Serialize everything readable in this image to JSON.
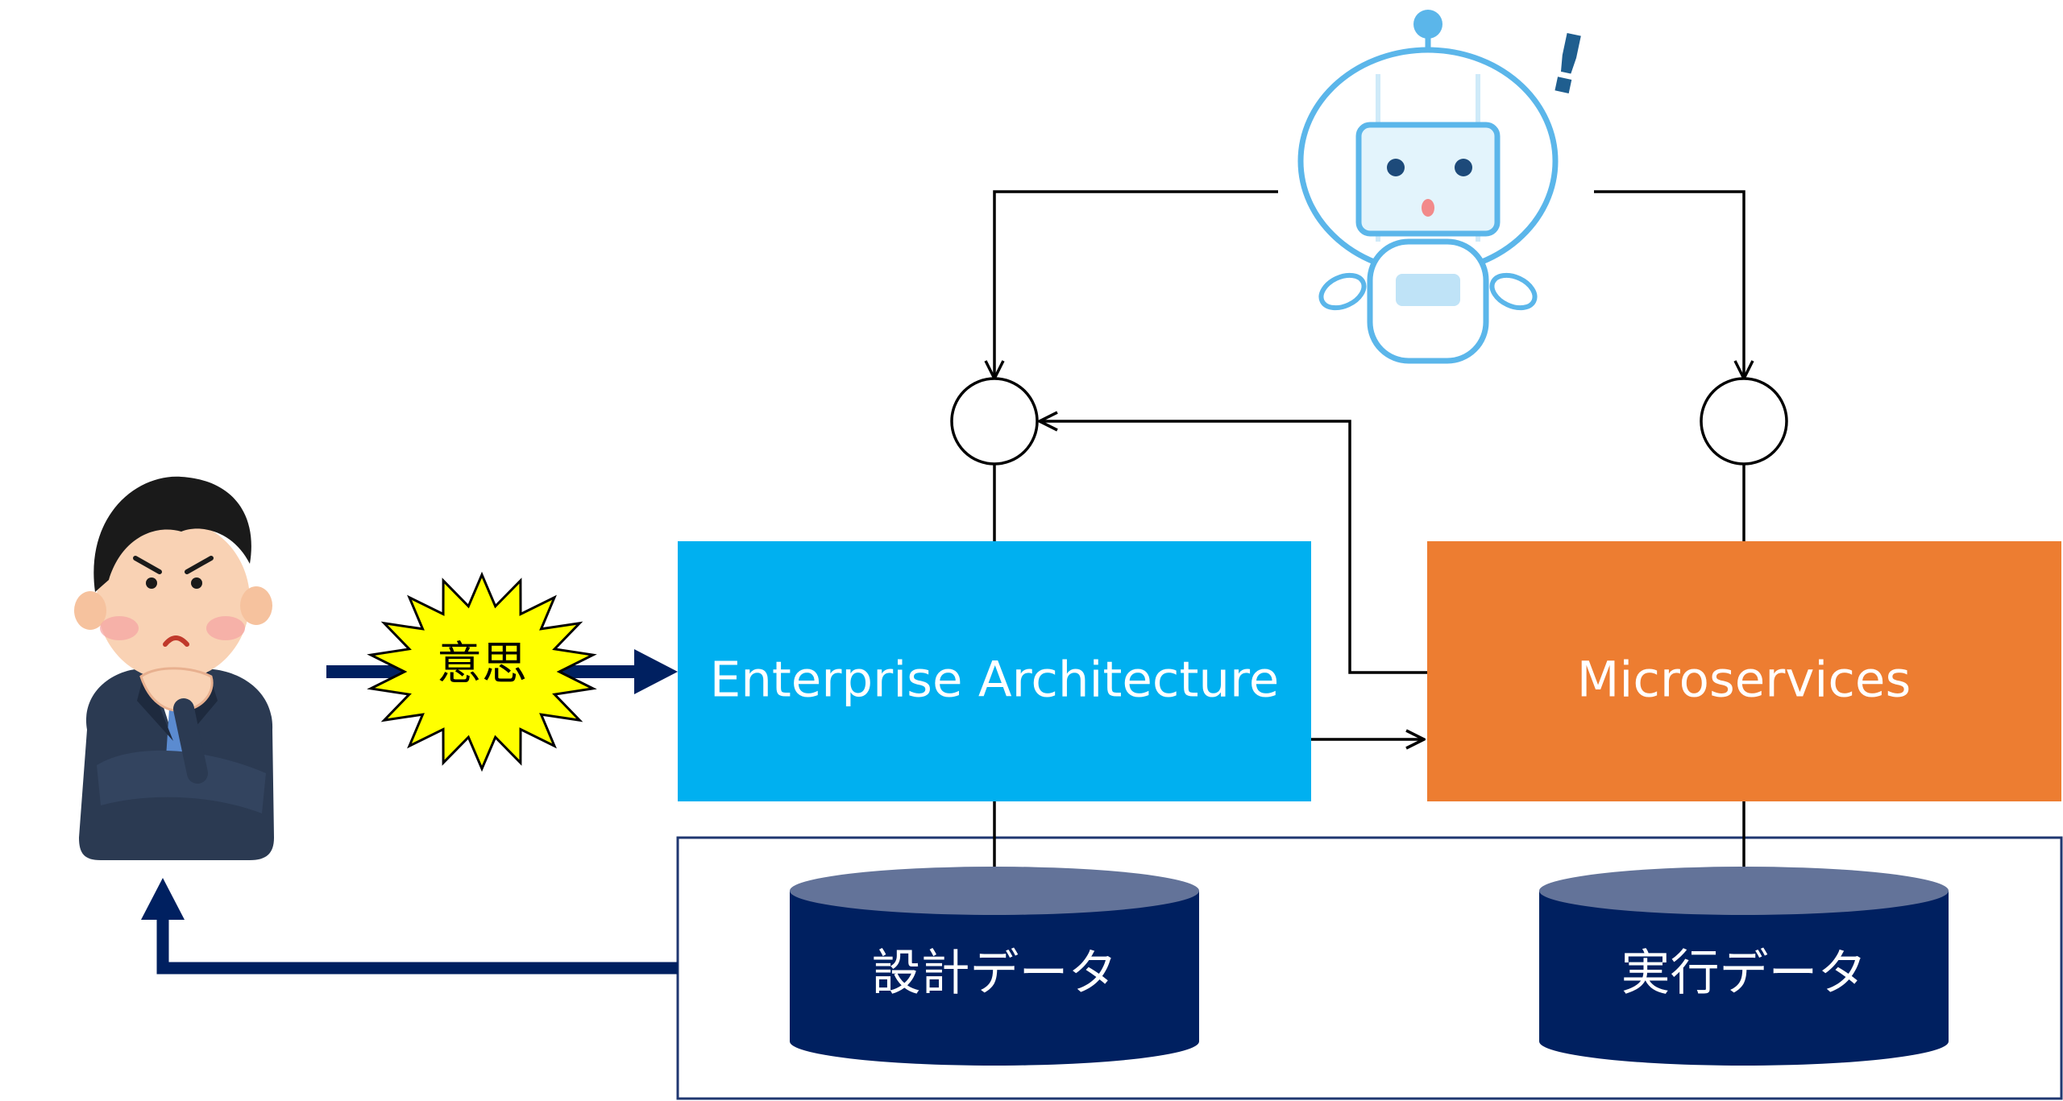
{
  "boxes": {
    "enterprise_architecture": "Enterprise Architecture",
    "microservices": "Microservices"
  },
  "databases": {
    "design_data": "設計データ",
    "runtime_data": "実行データ"
  },
  "burst": {
    "label": "意思"
  },
  "robot": {
    "exclamation": "!"
  },
  "colors": {
    "enterprise_architecture": "#00b0f0",
    "microservices": "#ed7d31",
    "database": "#002060",
    "database_top": "#637399",
    "burst_fill": "#ffff00",
    "navy_arrow": "#002060"
  }
}
